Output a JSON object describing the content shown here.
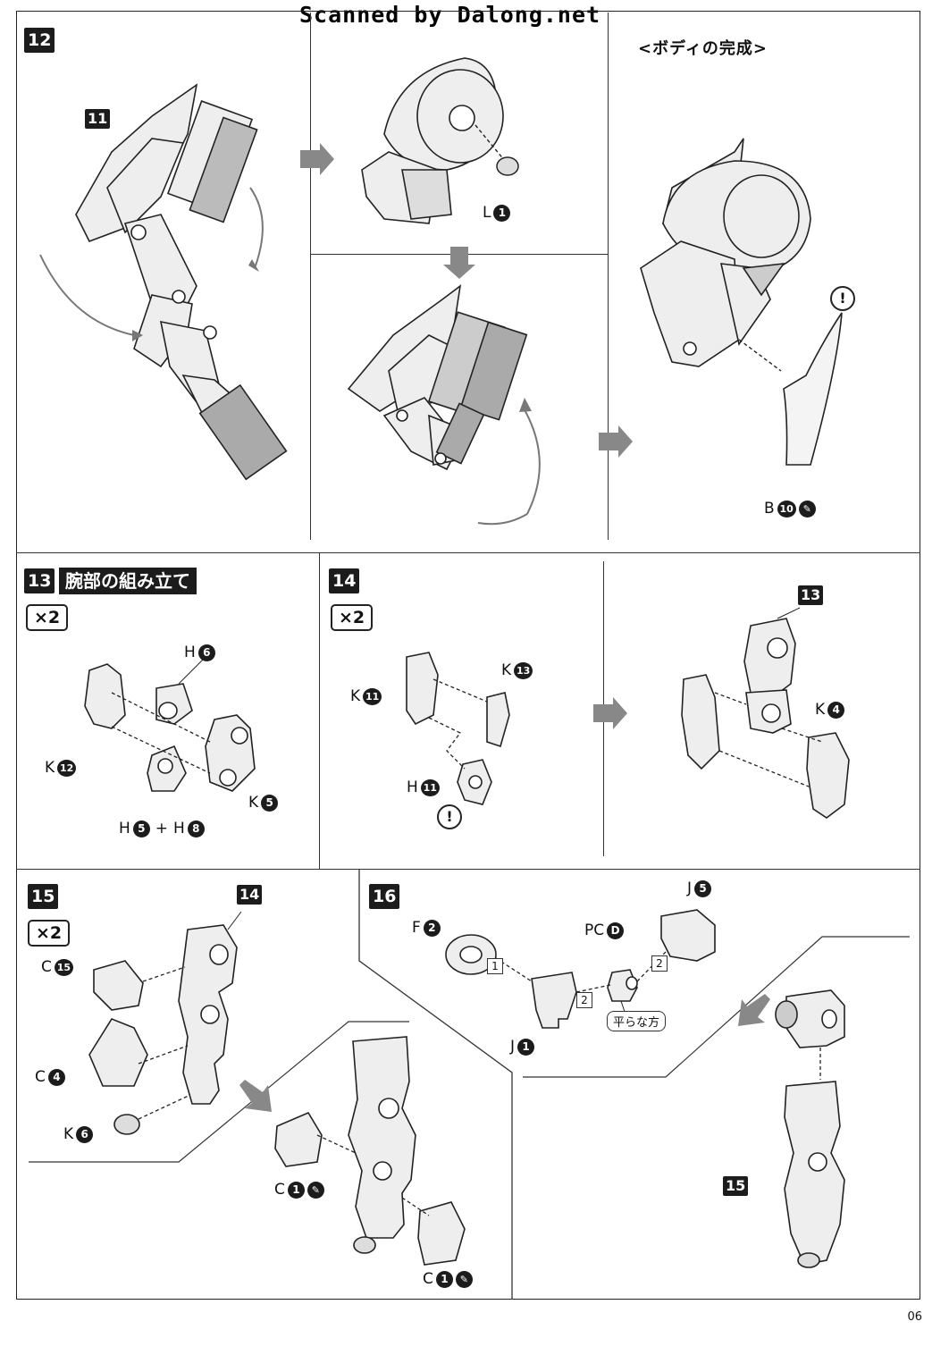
{
  "header": {
    "text": "Scanned by Dalong.net"
  },
  "page_number": "06",
  "steps": {
    "s12": {
      "number": "12",
      "body_complete": "<ボディの完成>",
      "sub_badge": "11",
      "parts": {
        "L": {
          "letter": "L",
          "num": "1"
        },
        "B": {
          "letter": "B",
          "num": "10"
        }
      },
      "warning": "!"
    },
    "s13": {
      "number": "13",
      "title": "腕部の組み立て",
      "multiplier": "×2",
      "parts": {
        "H6": {
          "letter": "H",
          "num": "6"
        },
        "K12": {
          "letter": "K",
          "num": "12"
        },
        "K5": {
          "letter": "K",
          "num": "5"
        },
        "H5": {
          "letter": "H",
          "num": "5"
        },
        "plus": "+",
        "H8": {
          "letter": "H",
          "num": "8"
        }
      }
    },
    "s14": {
      "number": "14",
      "multiplier": "×2",
      "sub_badge": "13",
      "parts": {
        "K11": {
          "letter": "K",
          "num": "11"
        },
        "K13": {
          "letter": "K",
          "num": "13"
        },
        "H11": {
          "letter": "H",
          "num": "11"
        },
        "K4": {
          "letter": "K",
          "num": "4"
        }
      },
      "warning": "!"
    },
    "s15": {
      "number": "15",
      "multiplier": "×2",
      "sub_badge": "14",
      "parts": {
        "C15": {
          "letter": "C",
          "num": "15"
        },
        "C4": {
          "letter": "C",
          "num": "4"
        },
        "K6": {
          "letter": "K",
          "num": "6"
        },
        "C1a": {
          "letter": "C",
          "num": "1"
        },
        "C1b": {
          "letter": "C",
          "num": "1"
        }
      }
    },
    "s16": {
      "number": "16",
      "sub_badge": "15",
      "parts": {
        "F2": {
          "letter": "F",
          "num": "2"
        },
        "PCD": {
          "letter": "PC",
          "num": "D"
        },
        "J5": {
          "letter": "J",
          "num": "5"
        },
        "J1": {
          "letter": "J",
          "num": "1"
        }
      },
      "seq": [
        "1",
        "2",
        "2"
      ],
      "flat_side": "平らな方"
    }
  },
  "icons": {
    "cement": "cement-icon",
    "warning": "warning-icon",
    "arrow": "arrow-right-icon"
  }
}
